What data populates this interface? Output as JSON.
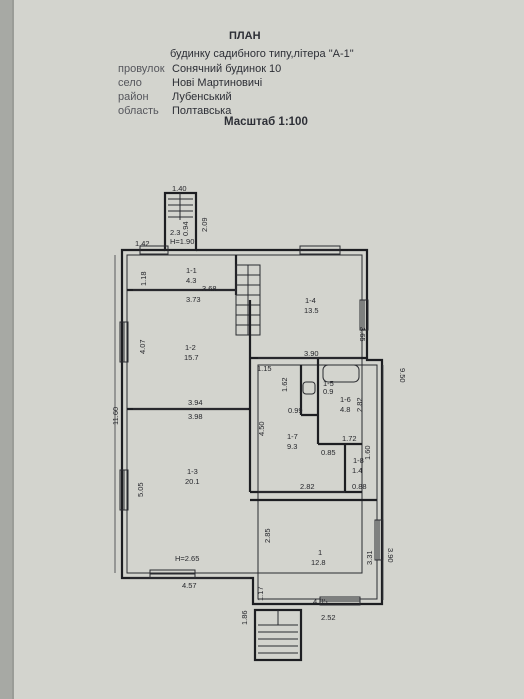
{
  "header": {
    "title": "ПЛАН",
    "subtitle": "будинку садибного типу,літера \"А-1\"",
    "rows": [
      {
        "label": "провулок",
        "value": "Сонячний будинок 10"
      },
      {
        "label": "село",
        "value": "Нові Мартиновичі"
      },
      {
        "label": "район",
        "value": "Лубенський"
      },
      {
        "label": "область",
        "value": "Полтавська"
      }
    ],
    "scale": "Масштаб 1:100"
  },
  "rooms": [
    {
      "id": "1-1",
      "area": "4.3"
    },
    {
      "id": "1-2",
      "area": "15.7"
    },
    {
      "id": "1-3",
      "area": "20.1"
    },
    {
      "id": "1-4",
      "area": "13.5"
    },
    {
      "id": "1-5",
      "area": "0.9"
    },
    {
      "id": "1-6",
      "area": "4.8"
    },
    {
      "id": "1-7",
      "area": "9.3"
    },
    {
      "id": "1-8",
      "area": "1.4"
    },
    {
      "id": "1",
      "area": "12.8"
    }
  ],
  "heights": {
    "h1": "H=1.90",
    "h2": "H=2.65"
  },
  "dimensions": {
    "d140": "1.40",
    "d094": "0.94",
    "d209": "2.09",
    "d23": "2.3",
    "d142": "1.42",
    "d118": "1.18",
    "d368": "3.68",
    "d373": "3.73",
    "d365": "3.65",
    "d407": "4.07",
    "d390a": "3.90",
    "d115": "1.15",
    "d162": "1.62",
    "d950": "9.50",
    "d1160": "11.60",
    "d394": "3.94",
    "d398": "3.98",
    "d099": "0.99",
    "d282a": "2.82",
    "d450": "4.50",
    "d172": "1.72",
    "d085": "0.85",
    "d160": "1.60",
    "d505": "5.05",
    "d282b": "2.82",
    "d088": "0.88",
    "d285": "2.85",
    "d331": "3.31",
    "d390b": "3.90",
    "d457": "4.57",
    "d186": "1.86",
    "d117": "1.17",
    "d405": "4.05",
    "d252": "2.52"
  }
}
